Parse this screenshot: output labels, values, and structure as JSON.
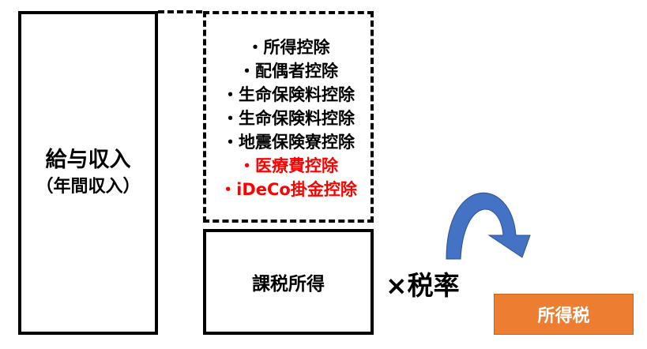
{
  "income": {
    "main_label": "給与収入",
    "sub_label": "（年間収入）"
  },
  "deductions": [
    {
      "label": "・所得控除",
      "highlight": false
    },
    {
      "label": "・配偶者控除",
      "highlight": false
    },
    {
      "label": "・生命保険料控除",
      "highlight": false
    },
    {
      "label": "・生命保険料控除",
      "highlight": false
    },
    {
      "label": "・地震保険寮控除",
      "highlight": false
    },
    {
      "label": "・医療費控除",
      "highlight": true
    },
    {
      "label": "・iDeCo掛金控除",
      "highlight": true
    }
  ],
  "taxable": {
    "label": "課税所得"
  },
  "rate": {
    "label": "×税率"
  },
  "result": {
    "label": "所得税"
  },
  "colors": {
    "highlight_text": "#ff0000",
    "arrow_fill": "#4472c4",
    "result_fill": "#ed7d31",
    "result_text": "#ffffff"
  }
}
